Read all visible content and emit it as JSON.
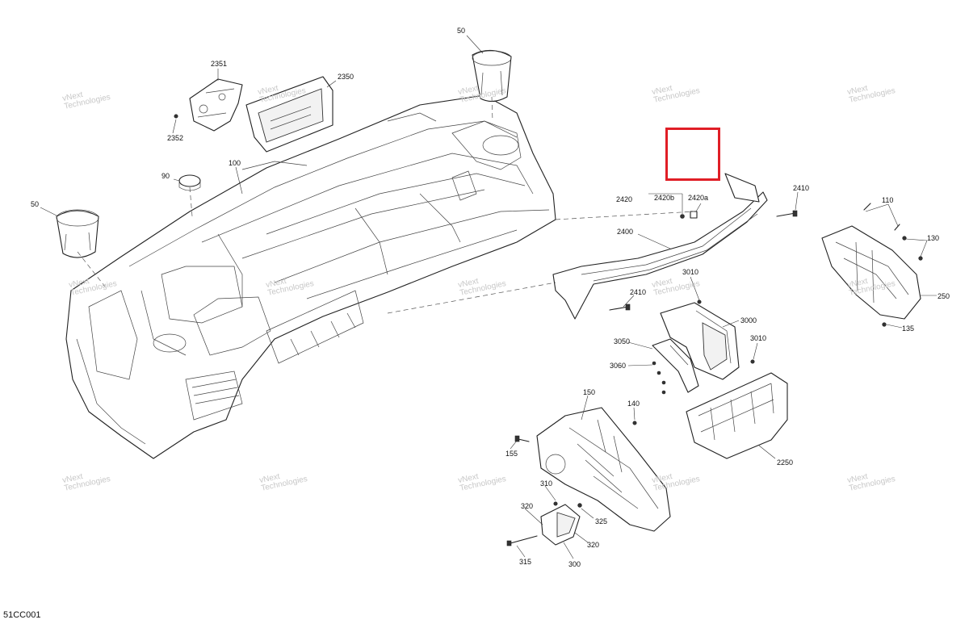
{
  "diagram": {
    "code": "51CC001",
    "highlight_color": "#e01e26",
    "watermark": {
      "line1": "vNext",
      "line2": "Technologies"
    },
    "callouts": {
      "c50_top": "50",
      "c2351": "2351",
      "c2350": "2350",
      "c2352": "2352",
      "c90": "90",
      "c100": "100",
      "c50_left": "50",
      "c2420": "2420",
      "c2420b": "2420b",
      "c2420a": "2420a",
      "c2410_top": "2410",
      "c2400": "2400",
      "c2410_bottom": "2410",
      "c110": "110",
      "c130": "130",
      "c250": "250",
      "c135": "135",
      "c3010_top": "3010",
      "c3000": "3000",
      "c3050": "3050",
      "c3010_right": "3010",
      "c3060": "3060",
      "c150": "150",
      "c140": "140",
      "c155": "155",
      "c2250": "2250",
      "c310": "310",
      "c320_left": "320",
      "c325": "325",
      "c320_bottom": "320",
      "c315": "315",
      "c300": "300"
    }
  }
}
